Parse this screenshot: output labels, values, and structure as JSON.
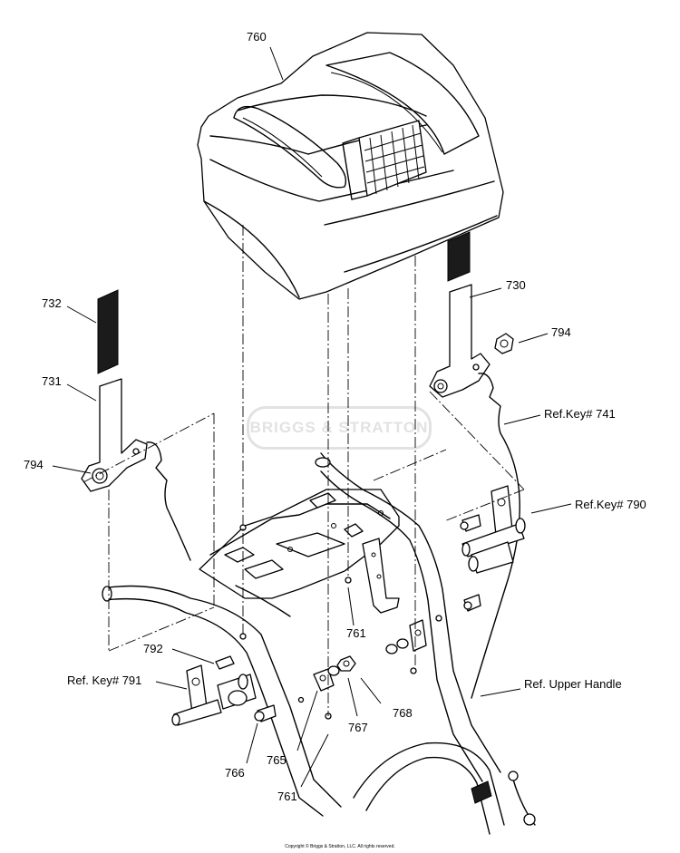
{
  "diagram": {
    "labels": {
      "l760": "760",
      "l732": "732",
      "l730": "730",
      "l794a": "794",
      "l731": "731",
      "l794b": "794",
      "l741": "Ref.Key# 741",
      "l790": "Ref.Key# 790",
      "l761a": "761",
      "l792": "792",
      "l791": "Ref. Key# 791",
      "l768": "768",
      "l767": "767",
      "l765": "765",
      "l766": "766",
      "l761b": "761",
      "upper": "Ref. Upper Handle"
    },
    "watermark": "BRIGGS & STRATTON",
    "copyright": "Copyright © Briggs & Stratton, LLC. All rights reserved."
  }
}
